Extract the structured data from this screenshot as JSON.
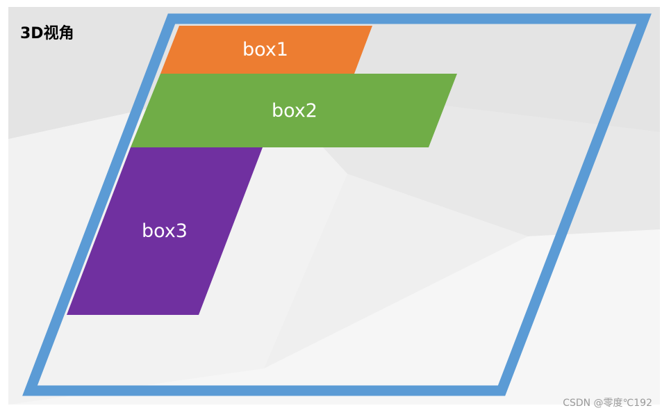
{
  "title": "3D视角",
  "watermark": "CSDN @零度℃192",
  "colors": {
    "frame": "#5b9bd5",
    "box1": "#ed7d31",
    "box2": "#70ad47",
    "box3": "#7030a0"
  },
  "boxes": [
    {
      "label": "box1"
    },
    {
      "label": "box2"
    },
    {
      "label": "box3"
    }
  ]
}
